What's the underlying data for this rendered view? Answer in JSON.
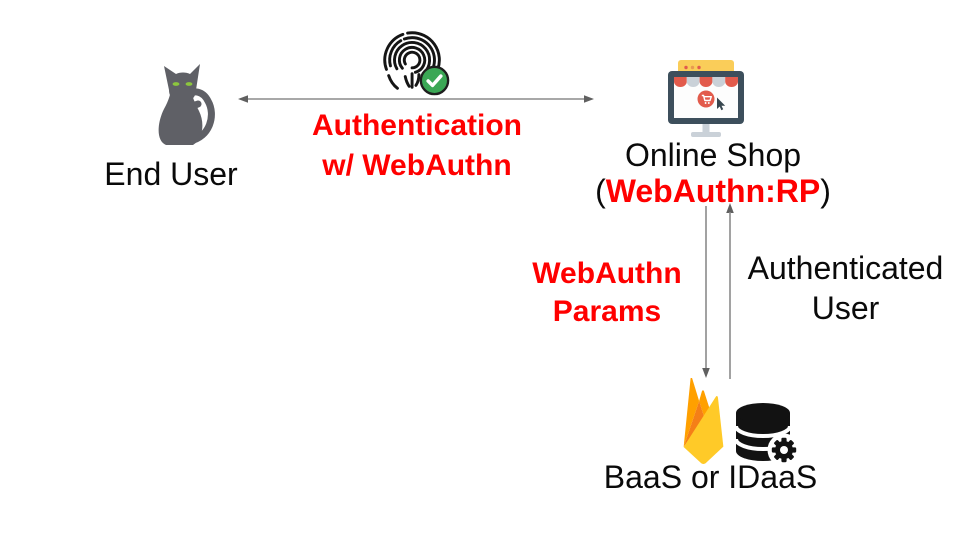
{
  "colors": {
    "background": "#ffffff",
    "emphasis_red": "#ff0000",
    "text_black": "#0a0a0a",
    "arrow_gray": "#8b8b8b",
    "check_green": "#3BA755",
    "cat_gray": "#5F6066",
    "cat_eye_green": "#8CC63E",
    "shop_red": "#E25B4C",
    "shop_yellow": "#FACD59",
    "monitor_slate": "#3D4F5C",
    "firebase_amber": "#FFA000",
    "firebase_orange": "#F57F17",
    "firebase_yellow": "#FFCA28"
  },
  "nodes": {
    "end_user": {
      "label": "End User",
      "icon": "cat-icon"
    },
    "online_shop": {
      "title": "Online Shop",
      "paren_open": "(",
      "subtitle": "WebAuthn:RP",
      "paren_close": ")",
      "icon": "online-shop-icon"
    },
    "baas": {
      "label": "BaaS or IDaaS",
      "icons": [
        "firebase-icon",
        "database-gear-icon"
      ]
    }
  },
  "edges": {
    "authentication": {
      "line1": "Authentication",
      "line2": "w/ WebAuthn",
      "direction": "bidirectional",
      "icon": "fingerprint-check-icon"
    },
    "webauthn_params": {
      "line1": "WebAuthn",
      "line2": "Params",
      "direction": "down"
    },
    "authenticated_user": {
      "line1": "Authenticated",
      "line2": "User",
      "direction": "up"
    }
  }
}
